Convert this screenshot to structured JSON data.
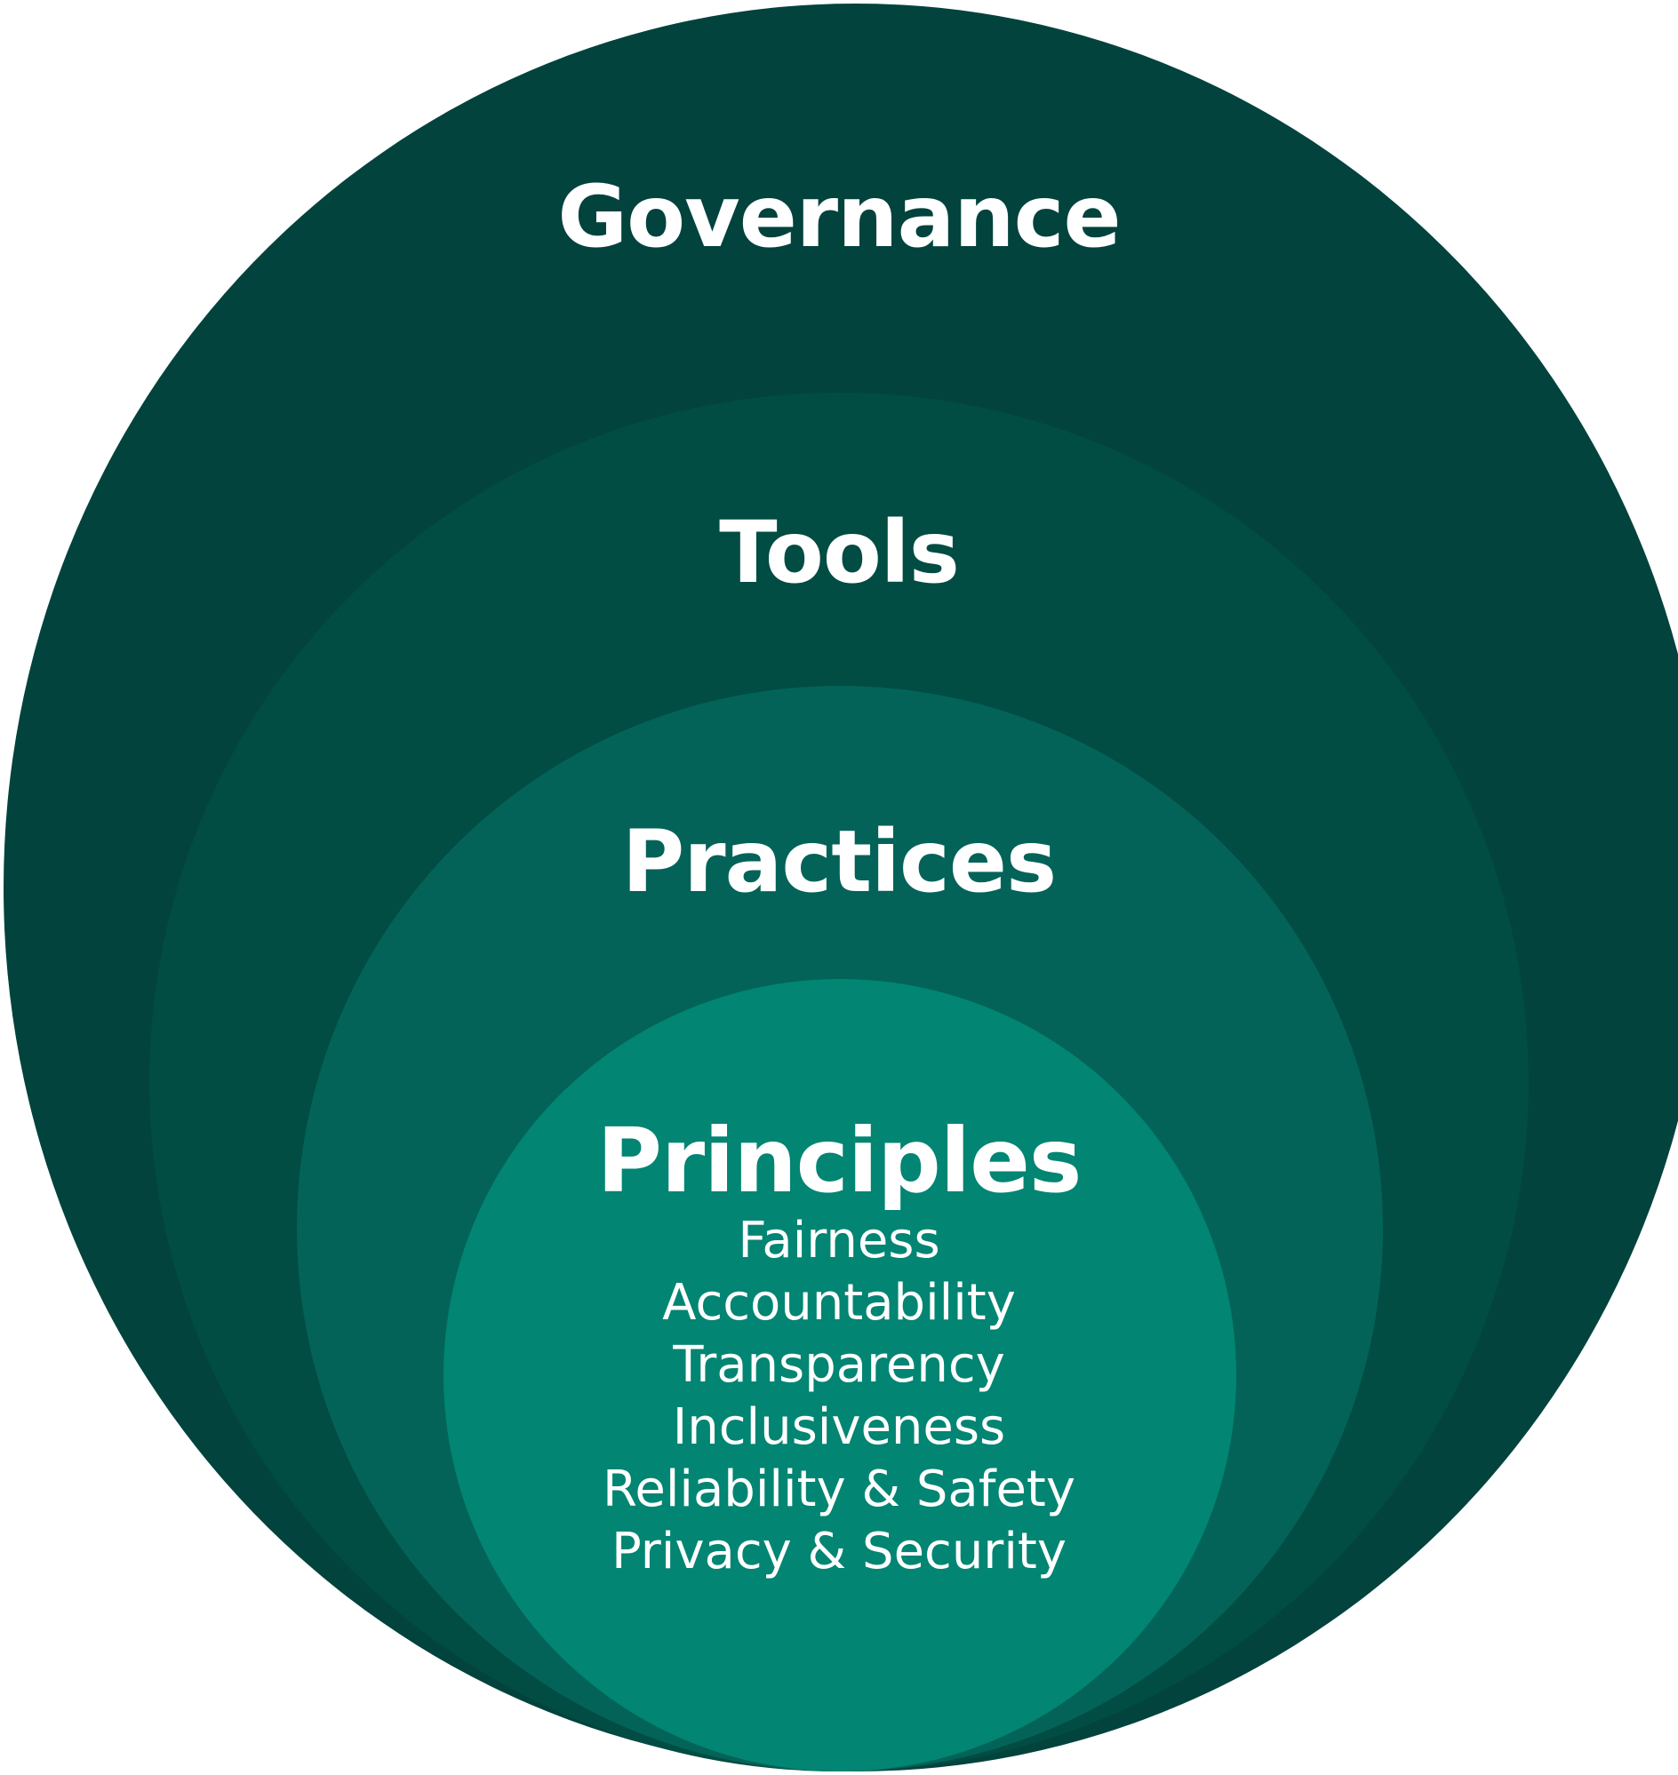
{
  "colors": {
    "governance": "#02433D",
    "tools": "#014C43",
    "practices": "#036358",
    "principles": "#028573",
    "text": "#FFFFFF"
  },
  "layers": {
    "governance": "Governance",
    "tools": "Tools",
    "practices": "Practices",
    "principles": "Principles"
  },
  "principles_list": [
    "Fairness",
    "Accountability",
    "Transparency",
    "Inclusiveness",
    "Reliability & Safety",
    "Privacy & Security"
  ]
}
